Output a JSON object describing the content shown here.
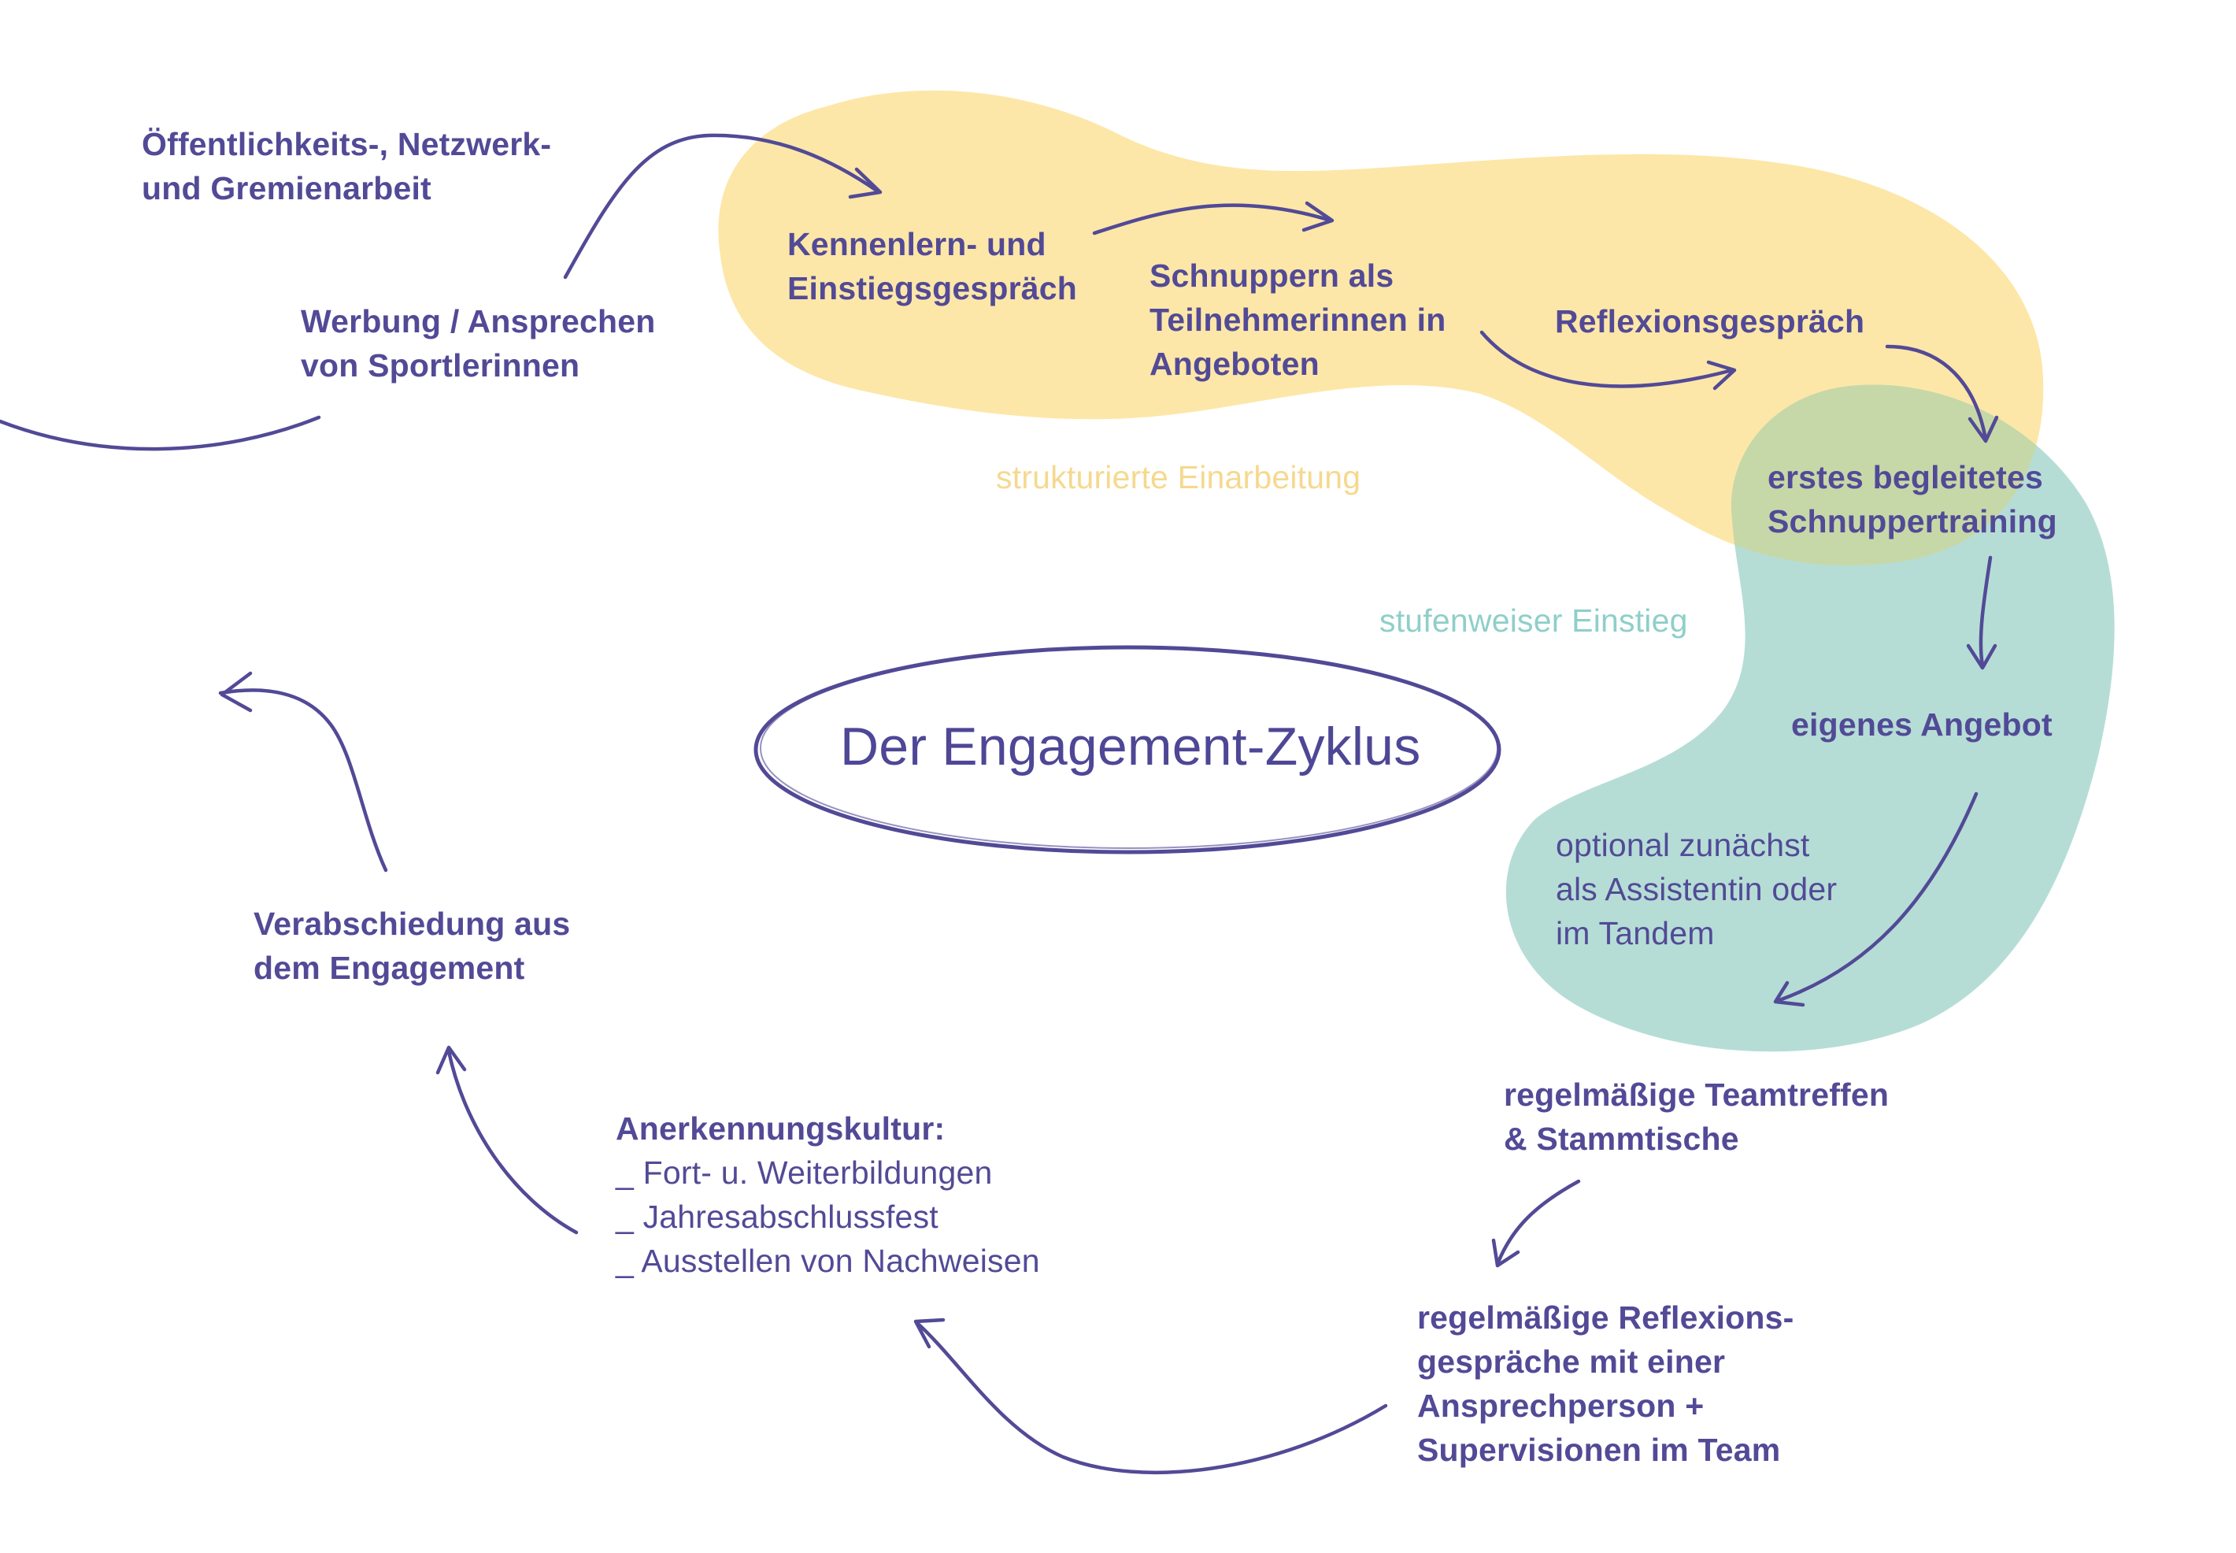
{
  "title": "Der Engagement-Zyklus",
  "colors": {
    "text": "#524a96",
    "yellow_blob": "#fde7a8",
    "teal_blob": "#b5ddd6",
    "overlap": "#c7d8a8",
    "yellow_label": "#f5d98e",
    "teal_label": "#8fcfc9"
  },
  "zones": {
    "yellow": "strukturierte Einarbeitung",
    "teal": "stufenweiser Einstieg"
  },
  "steps": {
    "public_work": [
      "Öffentlichkeits-, Netzwerk-",
      "und Gremienarbeit"
    ],
    "recruitment": [
      "Werbung / Ansprechen",
      "von Sportlerinnen"
    ],
    "intro_talk": [
      "Kennenlern- und",
      "Einstiegsgespräch"
    ],
    "taster": [
      "Schnuppern als",
      "Teilnehmerinnen in",
      "Angeboten"
    ],
    "reflection_talk": [
      "Reflexionsgespräch"
    ],
    "first_training": [
      "erstes begleitetes",
      "Schnuppertraining"
    ],
    "own_offer": [
      "eigenes Angebot"
    ],
    "optional_note": [
      "optional zunächst",
      "als Assistentin oder",
      "im Tandem"
    ],
    "team_meetings": [
      "regelmäßige Teamtreffen",
      "& Stammtische"
    ],
    "regular_reflection": [
      "regelmäßige Reflexions-",
      "gespräche mit einer",
      "Ansprechperson +",
      "Supervisionen im Team"
    ],
    "recognition": {
      "heading": "Anerkennungskultur:",
      "items": [
        "_ Fort- u. Weiterbildungen",
        "_ Jahresabschlussfest",
        "_ Ausstellen von Nachweisen"
      ]
    },
    "farewell": [
      "Verabschiedung aus",
      "dem Engagement"
    ]
  }
}
